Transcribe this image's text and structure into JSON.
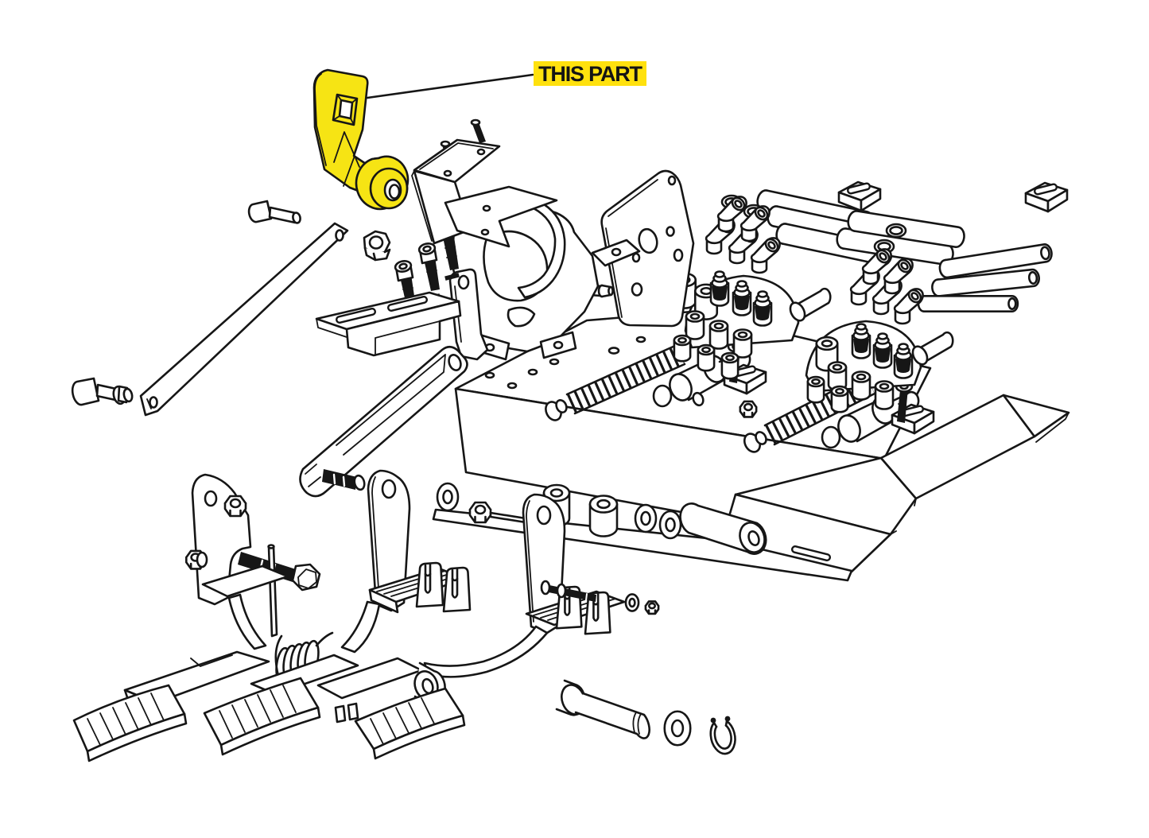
{
  "callout": {
    "label": "THIS PART"
  },
  "colors": {
    "highlight_part": "#F6E414",
    "label_background": "#FFE10E",
    "label_text": "#141414",
    "line": "#161616",
    "background": "#FFFFFF"
  },
  "figure": {
    "type": "exploded-parts-diagram",
    "highlighted_part": "pivot-lever-arm",
    "parts_shown": [
      "pivot-lever-arm-highlighted",
      "callout-leader-line",
      "socket-head-bolt-upper",
      "socket-head-bolt-lower",
      "flat-strap-link",
      "hex-nut",
      "angle-bracket-with-pins",
      "valve-mount-bracket",
      "slotted-l-bracket",
      "face-plate-panel",
      "push-to-connect-fittings",
      "elbow-fittings",
      "air-tubes",
      "valve-manifold-left",
      "valve-manifold-right",
      "pedestal-blocks",
      "base-plate",
      "return-spring-left",
      "return-spring-right",
      "valve-actuator-left",
      "valve-actuator-right",
      "lever-arm-with-stud",
      "spacer-washer-row",
      "bushings",
      "pedal-bracket-1",
      "pedal-bracket-2",
      "pedal-bracket-3",
      "clevis-forks",
      "torsion-spring",
      "pedal-tread-1",
      "pedal-tread-2",
      "pedal-tread-3",
      "pivot-pin",
      "axle-shaft",
      "flat-washer",
      "snap-ring",
      "bent-mount-plate"
    ]
  }
}
